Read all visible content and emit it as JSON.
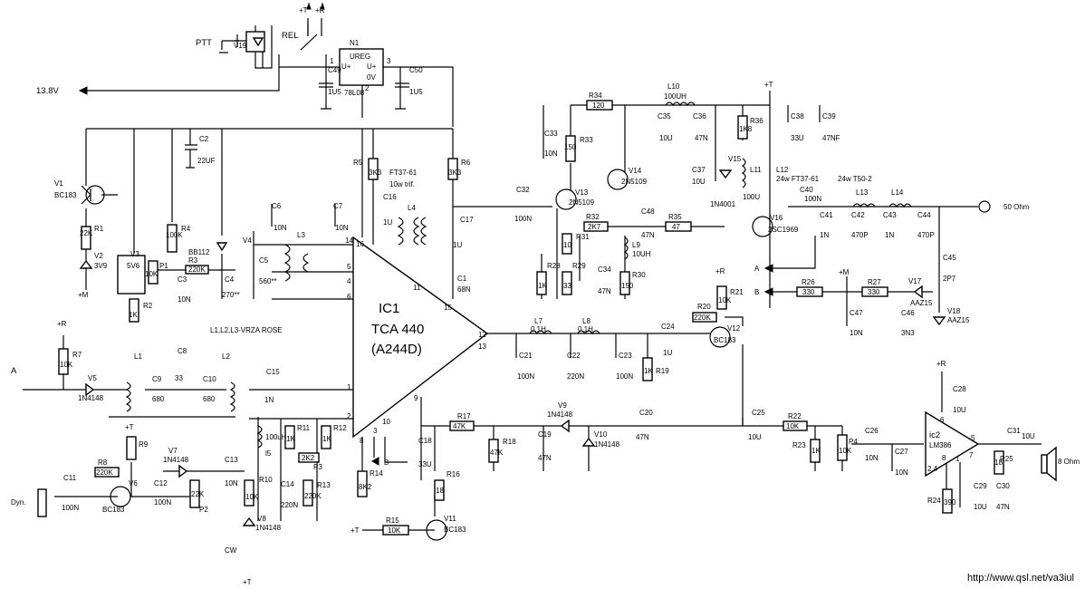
{
  "ic1": {
    "name": "IC1",
    "type": "TCA 440",
    "alt": "(A244D)",
    "pins": [
      "16",
      "14",
      "5",
      "4",
      "6",
      "11",
      "15",
      "12",
      "13",
      "1",
      "2",
      "3",
      "8",
      "10",
      "9"
    ]
  },
  "ic2": {
    "name": "ic2",
    "type": "LM386",
    "pins": [
      "6",
      "5",
      "8",
      "1",
      "7",
      "2,4"
    ]
  },
  "supply": {
    "t": "+T",
    "r": "+R",
    "v138": "13.8V",
    "m": "+M",
    "m_minus": "+M",
    "lower_t": "+T",
    "lower_r": "+R",
    "r21": "+R",
    "ic2_r": "+R",
    "ptt": "PTT",
    "cw": "CW",
    "cw_t": "+T",
    "r15_t": "+T",
    "r7_r": "+R",
    "r9_t": "+T"
  },
  "reg": {
    "n1": "N1",
    "ureg": "UREG",
    "uin": "U+",
    "uout": "U+",
    "ov": "0V",
    "type": "78L08",
    "p1": "1",
    "p3": "3",
    "p2": "2",
    "c49": "C49",
    "c49v": "1U5",
    "c50": "C50",
    "c50v": "1U5",
    "rel": "REL",
    "v19": "V19"
  },
  "labels": {
    "c2": "C2",
    "c2v": "22UF",
    "v1": "V1",
    "v1t": "BC183",
    "r1": "R1",
    "r1v": "22K",
    "v2": "V2",
    "v2v": "3V9",
    "v3": "V3",
    "v3v": "5V6",
    "p1": "P1",
    "p1v": "10K",
    "r4": "R4",
    "r4v": "100K",
    "r2": "R2",
    "r2v": "1K",
    "c3": "C3",
    "c3v": "10N",
    "r3": "R3",
    "r3v": "220K",
    "v4": "V4",
    "v4t": "BB112",
    "c4": "C4",
    "c4v": "270**",
    "c5": "C5",
    "c5v": "560**",
    "c6": "C6",
    "c6v": "10N",
    "c7": "C7",
    "c7v": "10N",
    "l3": "L3",
    "lnote": "L1,L2,L3-VRZA ROSE",
    "r5": "R5",
    "r5v": "3K3",
    "r6": "R6",
    "r6v": "3K3",
    "ft": "FT37-61",
    "ftn": "10w trif.",
    "c16": "C16",
    "c16v": "1U",
    "l4": "L4",
    "c17": "C17",
    "c17v": "1U",
    "c1": "C1",
    "c1v": "68N",
    "c32": "C32",
    "c32v": "100N",
    "c33": "C33",
    "c33v": "10N",
    "r33": "R33",
    "r33v": "150",
    "r34": "R34",
    "r34v": "120",
    "v13": "V13",
    "v13t": "2N5109",
    "v14": "V14",
    "v14t": "2N5109",
    "r32": "R32",
    "r32v": "2K7",
    "r31": "R31",
    "r31v": "10",
    "r28": "R28",
    "r28v": "1K",
    "r29": "R29",
    "r29v": "33",
    "c34": "C34",
    "c34v": "47N",
    "r30": "R30",
    "r30v": "150",
    "l9": "L9",
    "l9v": "10UH",
    "c48": "C48",
    "c48v": "47N",
    "r35": "R35",
    "r35v": "47",
    "l10": "L10",
    "l10v": "100UH",
    "c35": "C35",
    "c35v": "10U",
    "c36": "C36",
    "c36v": "47N",
    "r36": "R36",
    "r36v": "1K8",
    "c37": "C37",
    "c37v": "10U",
    "v15": "V15",
    "v15t": "1N4001",
    "l11": "L11",
    "l11v": "100U",
    "c38": "C38",
    "c38v": "33U",
    "c39": "C39",
    "c39v": "47NF",
    "l12": "L12",
    "l12v": "24w FT37-61",
    "c40": "C40",
    "c40v": "100N",
    "v16": "V16",
    "v16t": "2SC1969",
    "c41": "C41",
    "c41v": "1N",
    "l13": "L13",
    "l14": "L14",
    "lt50": "24w T50-2",
    "c42": "C42",
    "c42v": "470P",
    "c43": "C43",
    "c43v": "1N",
    "c44": "C44",
    "c44v": "470P",
    "ant": "50 Ohm",
    "c45": "C45",
    "c45v": "2P7",
    "ptA": "A",
    "ptB": "B",
    "r26": "R26",
    "r26v": "330",
    "r27": "R27",
    "r27v": "330",
    "v17": "V17",
    "v17t": "AAZ15",
    "v18": "V18",
    "v18t": "AAZ15",
    "c47": "C47",
    "c47v": "10N",
    "c46": "C46",
    "c46v": "3N3",
    "l7": "L7",
    "l7v": "0,1H",
    "l8": "L8",
    "l8v": "0,1H",
    "c21": "C21",
    "c21v": "100N",
    "c22": "C22",
    "c22v": "220N",
    "c23": "C23",
    "c23v": "100N",
    "c24": "C24",
    "c24v": "1U",
    "r19": "R19",
    "r19v": "1K",
    "r20": "R20",
    "r20v": "220K",
    "r21": "R21",
    "r21v": "10K",
    "v12": "V12",
    "v12t": "BC183",
    "r7": "R7",
    "r7v": "10K",
    "ptA2": "A",
    "v5": "V5",
    "v5t": "1N4148",
    "l1": "L1",
    "c9": "C9",
    "c9v": "680",
    "c8": "C8",
    "c8v": "33",
    "c10": "C10",
    "c10v": "680",
    "l2": "L2",
    "c15": "C15",
    "c15v": "1N",
    "r9": "R9",
    "r8": "R8",
    "r8v": "220K",
    "v7": "V7",
    "v7t": "1N4148",
    "c11": "C11",
    "c11v": "100N",
    "dyn": "Dyn.",
    "v6": "V6",
    "v6t": "BC183",
    "c12": "C12",
    "c12v": "100N",
    "p2": "P2",
    "p2v": "22K",
    "c13": "C13",
    "c13v": "10N",
    "l5": "100uH",
    "l5n": "l5",
    "r10": "R10",
    "r10v": "10K",
    "v8": "V8",
    "v8t": "1N4148",
    "c14": "C14",
    "c14v": "220N",
    "r11": "R11",
    "r11v": "1K",
    "r12": "R12",
    "r12v": "1K",
    "p3": "P3",
    "p3v": "2K2",
    "r13": "R13",
    "r13v": "220K",
    "r14": "R14",
    "r14v": "8K2",
    "ptB2": "B",
    "c18": "C18",
    "c18v": "33U",
    "r16": "R16",
    "r16v": "18",
    "r15": "R15",
    "r15v": "10K",
    "v11": "V11",
    "v11t": "BC183",
    "r17": "R17",
    "r17v": "47K",
    "r18": "R18",
    "r18v": "47K",
    "c19": "C19",
    "c19v": "47N",
    "v9": "V9",
    "v9t": "1N4148",
    "v10": "V10",
    "v10t": "1N4148",
    "c20": "C20",
    "c20v": "47N",
    "c25": "C25",
    "c25v": "10U",
    "r22": "R22",
    "r22v": "10K",
    "r23": "R23",
    "r23v": "1K",
    "p4": "P4",
    "p4v": "10K",
    "c26": "C26",
    "c26v": "10N",
    "c27": "C27",
    "c27v": "10N",
    "c28": "C28",
    "c28v": "10U",
    "c29": "C29",
    "c29v": "10U",
    "c30": "C30",
    "c30v": "47N",
    "r24": "R24",
    "r24v": "390",
    "r25": "R25",
    "r25v": "18",
    "c31": "C31",
    "c31v": "10U",
    "spk": "8 Ohm"
  },
  "source_url": "http://www.qsl.net/va3iul"
}
